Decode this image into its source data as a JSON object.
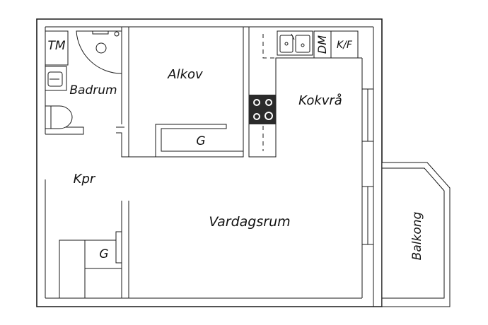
{
  "rooms": {
    "tm": "TM",
    "badrum": "Badrum",
    "alkov": "Alkov",
    "alkov_closet": "G",
    "dm": "DM",
    "kf": "K/F",
    "kokvra": "Kokvrå",
    "kpr": "Kpr",
    "hall_closet": "G",
    "vardagsrum": "Vardagsrum",
    "balkong": "Balkong"
  },
  "colors": {
    "wall_stroke": "#1a1a1a",
    "stove": "#2b2b2b",
    "background": "#ffffff"
  }
}
